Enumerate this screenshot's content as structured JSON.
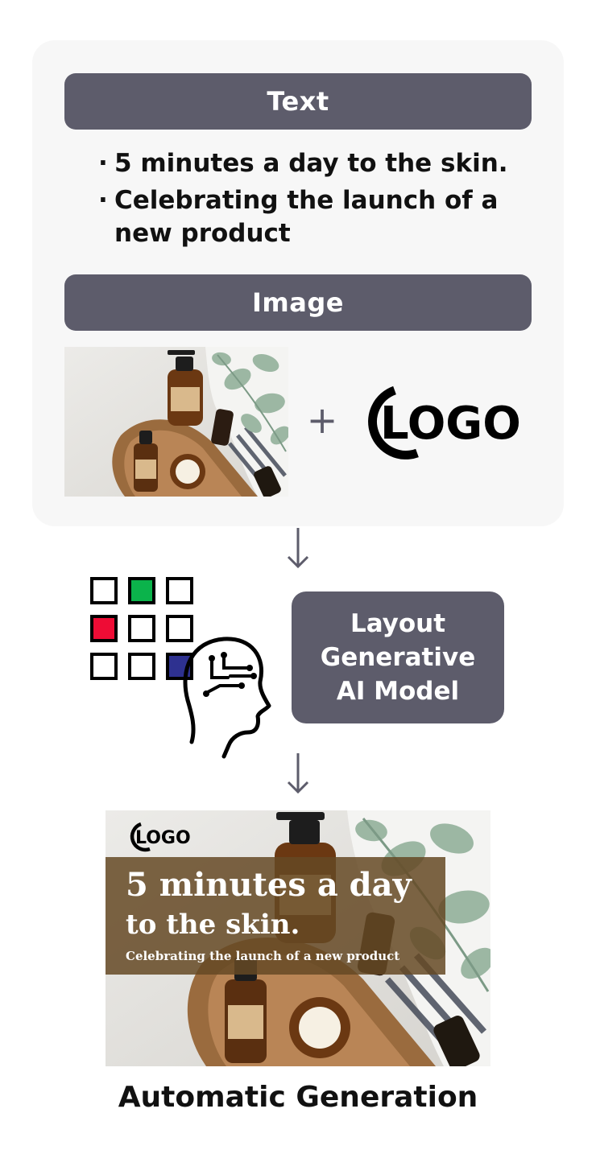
{
  "input_panel": {
    "text_header": "Text",
    "bullets": [
      "5 minutes a day to the skin.",
      "Celebrating the launch of a new product"
    ],
    "image_header": "Image",
    "plus_symbol": "+",
    "logo_text": "LOGO"
  },
  "model": {
    "lines": [
      "Layout",
      "Generative",
      "AI Model"
    ]
  },
  "output": {
    "logo_text": "LOGO",
    "headline_line1": "5 minutes a day",
    "headline_line2": "to the skin.",
    "subline": "Celebrating the launch of a new product"
  },
  "caption": "Automatic Generation",
  "grid_cells": [
    [
      "empty",
      "green",
      "empty"
    ],
    [
      "red",
      "empty",
      "empty"
    ],
    [
      "empty",
      "empty",
      "navy"
    ]
  ],
  "colors": {
    "header_bg": "#5d5c6b",
    "panel_bg": "#f7f7f7",
    "cell_green": "#0bb34b",
    "cell_red": "#ee0c35",
    "cell_navy": "#2e3190",
    "text_band": "#654925"
  },
  "icons": [
    "down-arrow-icon",
    "ai-head-icon",
    "logo-mark"
  ]
}
